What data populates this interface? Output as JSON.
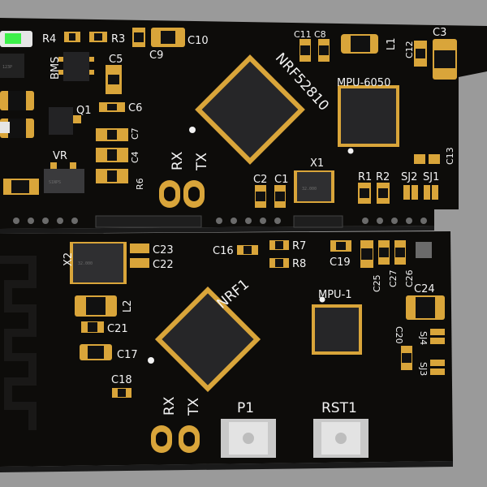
{
  "board_top": {
    "labels": {
      "r4": "R4",
      "r3": "R3",
      "bms": "BMS",
      "c5": "C5",
      "c6": "C6",
      "c7": "C7",
      "c4": "C4",
      "r6": "R6",
      "q1": "Q1",
      "vr": "VR",
      "c9": "C9",
      "c10": "C10",
      "c11": "C11",
      "c8": "C8",
      "l1": "L1",
      "c12": "C12",
      "c3": "C3",
      "nrf52810": "NRF52810",
      "mpu6050": "MPU-6050",
      "rx": "RX",
      "tx": "TX",
      "x1": "X1",
      "c2": "C2",
      "c1": "C1",
      "r1": "R1",
      "r2": "R2",
      "sj2": "SJ2",
      "sj1": "SJ1",
      "c13": "C13"
    }
  },
  "board_bottom": {
    "labels": {
      "x2": "X2",
      "c23": "C23",
      "c22": "C22",
      "c16": "C16",
      "r7": "R7",
      "r8": "R8",
      "c19": "C19",
      "c25": "C25",
      "c27": "C27",
      "c26": "C26",
      "c24": "C24",
      "nrf1": "NRF1",
      "mpu1": "MPU-1",
      "l2": "L2",
      "c21": "C21",
      "c17": "C17",
      "c18": "C18",
      "c20": "C20",
      "sj4": "SJ4",
      "sj3": "SJ3",
      "rx": "RX",
      "tx": "TX",
      "p1": "P1",
      "rst1": "RST1"
    }
  },
  "colors": {
    "background": "#9a9a9a",
    "pcb": "#0c0b09",
    "gold": "#d9a53a",
    "silkscreen": "#f2f2f2",
    "chip": "#262628",
    "led": "#3df04a"
  }
}
